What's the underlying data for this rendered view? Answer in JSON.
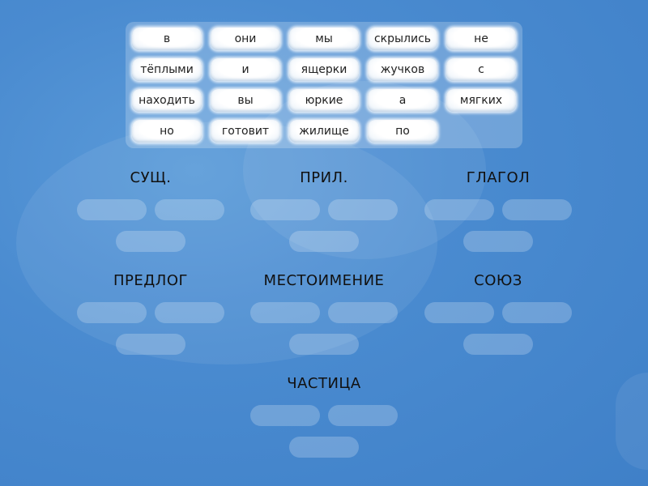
{
  "words": [
    [
      "в",
      "они",
      "мы",
      "скрылись",
      "не"
    ],
    [
      "тёплыми",
      "и",
      "ящерки",
      "жучков",
      "с"
    ],
    [
      "находить",
      "вы",
      "юркие",
      "а",
      "мягких"
    ],
    [
      "но",
      "готовит",
      "жилище",
      "по"
    ]
  ],
  "groups": [
    {
      "title": "СУЩ."
    },
    {
      "title": "ПРИЛ."
    },
    {
      "title": "ГЛАГОЛ"
    },
    {
      "title": "ПРЕДЛОГ"
    },
    {
      "title": "МЕСТОИМЕНИЕ"
    },
    {
      "title": "СОЮЗ"
    },
    {
      "title": "ЧАСТИЦА"
    }
  ]
}
